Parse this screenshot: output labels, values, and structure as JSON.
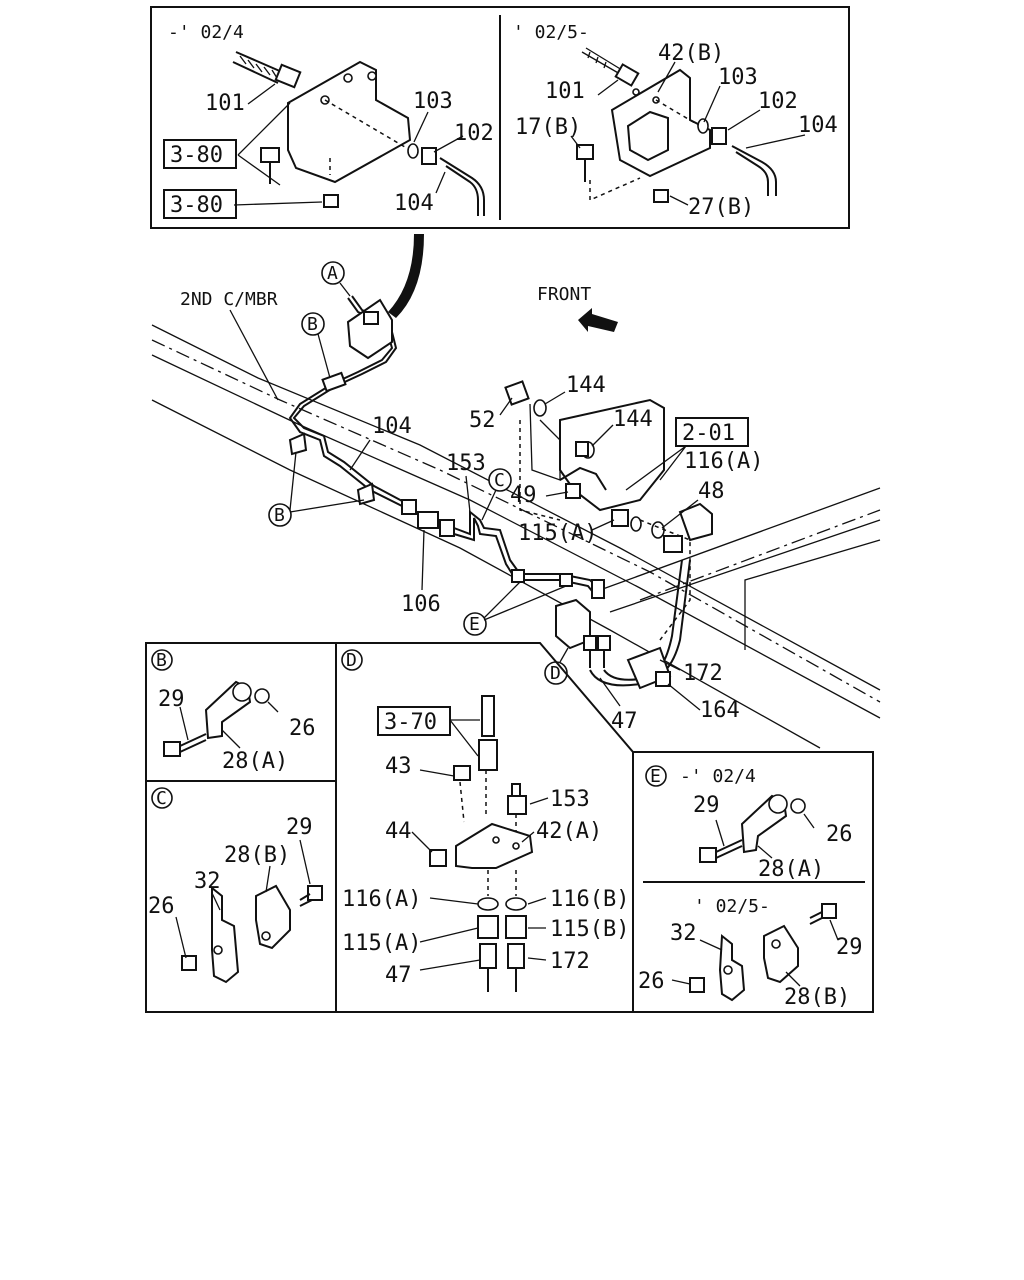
{
  "detail_top_left": {
    "variant": "-' 02/4",
    "labels": [
      "101",
      "103",
      "102",
      "104"
    ],
    "ref_a": "3-80",
    "ref_b": "3-80"
  },
  "detail_top_right": {
    "variant": "' 02/5-",
    "labels": [
      "42(B)",
      "101",
      "103",
      "102",
      "104",
      "17(B)",
      "27(B)"
    ]
  },
  "main": {
    "side_label": "2ND C/MBR",
    "front_label": "FRONT",
    "ref_box": "2-01",
    "circle_letters": [
      "A",
      "B",
      "B",
      "C",
      "D",
      "E"
    ],
    "labels": [
      "144",
      "52",
      "144",
      "104",
      "153",
      "116(A)",
      "49",
      "48",
      "115(A)",
      "106",
      "172",
      "164",
      "47"
    ]
  },
  "detail_b": {
    "letter": "B",
    "labels": [
      "29",
      "26",
      "28(A)"
    ]
  },
  "detail_c": {
    "letter": "C",
    "labels": [
      "29",
      "28(B)",
      "32",
      "26"
    ]
  },
  "detail_d": {
    "letter": "D",
    "ref_box": "3-70",
    "labels": [
      "43",
      "153",
      "44",
      "42(A)",
      "116(A)",
      "116(B)",
      "115(A)",
      "115(B)",
      "47",
      "172"
    ]
  },
  "detail_e": {
    "letter": "E",
    "variant_1": "-' 02/4",
    "labels_1": [
      "29",
      "26",
      "28(A)"
    ],
    "variant_2": "' 02/5-",
    "labels_2": [
      "32",
      "29",
      "26",
      "28(B)"
    ]
  }
}
